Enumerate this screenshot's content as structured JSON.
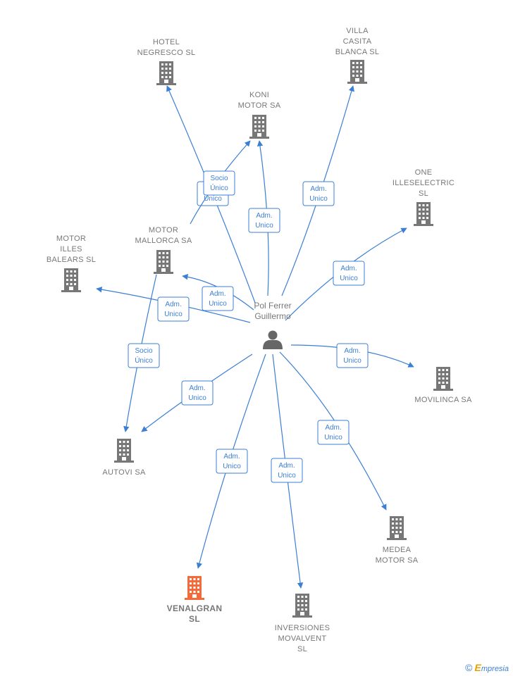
{
  "colors": {
    "edge": "#3b7fd4",
    "building": "#777777",
    "highlight": "#f26b3a",
    "person": "#666666"
  },
  "person": {
    "name_line1": "Pol Ferrer",
    "name_line2": "Guillermo",
    "icon": "person-icon"
  },
  "companies": [
    {
      "id": "hotel-negresco",
      "lines": [
        "HOTEL",
        "NEGRESCO  SL"
      ],
      "icon": "building-icon"
    },
    {
      "id": "villa-casita",
      "lines": [
        "VILLA",
        "CASITA",
        "BLANCA  SL"
      ],
      "icon": "building-icon"
    },
    {
      "id": "koni-motor",
      "lines": [
        "KONI",
        "MOTOR SA"
      ],
      "icon": "building-icon"
    },
    {
      "id": "one-illeselectric",
      "lines": [
        "ONE",
        "ILLESELECTRIC",
        "SL"
      ],
      "icon": "building-icon"
    },
    {
      "id": "motor-mallorca",
      "lines": [
        "MOTOR",
        "MALLORCA SA"
      ],
      "icon": "building-icon"
    },
    {
      "id": "motor-illes",
      "lines": [
        "MOTOR",
        "ILLES",
        "BALEARS  SL"
      ],
      "icon": "building-icon"
    },
    {
      "id": "movilinca",
      "lines": [
        "MOVILINCA SA"
      ],
      "icon": "building-icon"
    },
    {
      "id": "autovi",
      "lines": [
        "AUTOVI SA"
      ],
      "icon": "building-icon"
    },
    {
      "id": "medea-motor",
      "lines": [
        "MEDEA",
        "MOTOR SA"
      ],
      "icon": "building-icon"
    },
    {
      "id": "venalgran",
      "lines": [
        "VENALGRAN",
        "SL"
      ],
      "icon": "building-icon",
      "highlight": true
    },
    {
      "id": "inversiones-movalvent",
      "lines": [
        "INVERSIONES",
        "MOVALVENT",
        "SL"
      ],
      "icon": "building-icon"
    }
  ],
  "edges": [
    {
      "id": "e-hotel",
      "lines": [
        "Adm.",
        "Unico"
      ]
    },
    {
      "id": "e-koni-socio",
      "lines": [
        "Socio",
        "Único"
      ]
    },
    {
      "id": "e-koni",
      "lines": [
        "Adm.",
        "Unico"
      ]
    },
    {
      "id": "e-villa",
      "lines": [
        "Adm.",
        "Unico"
      ]
    },
    {
      "id": "e-one",
      "lines": [
        "Adm.",
        "Unico"
      ]
    },
    {
      "id": "e-mallorca",
      "lines": [
        "Adm.",
        "Unico"
      ]
    },
    {
      "id": "e-illes",
      "lines": [
        "Adm.",
        "Unico"
      ]
    },
    {
      "id": "e-autovi-socio",
      "lines": [
        "Socio",
        "Único"
      ]
    },
    {
      "id": "e-movilinca",
      "lines": [
        "Adm.",
        "Unico"
      ]
    },
    {
      "id": "e-autovi",
      "lines": [
        "Adm.",
        "Unico"
      ]
    },
    {
      "id": "e-medea",
      "lines": [
        "Adm.",
        "Unico"
      ]
    },
    {
      "id": "e-venalgran",
      "lines": [
        "Adm.",
        "Unico"
      ]
    },
    {
      "id": "e-inversiones",
      "lines": [
        "Adm.",
        "Unico"
      ]
    }
  ],
  "footer": {
    "copyright": "©",
    "brand_initial": "E",
    "brand_rest": "mpresia"
  }
}
